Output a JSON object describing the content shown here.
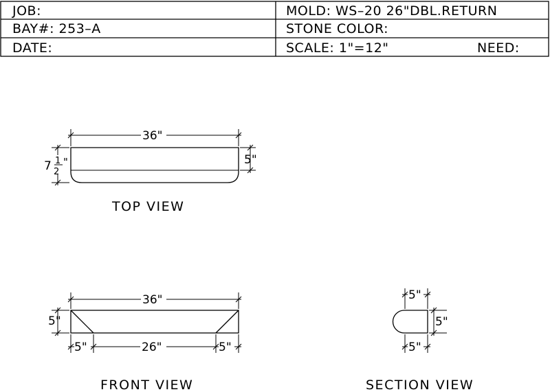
{
  "title_block": {
    "job_label": "JOB:",
    "mold": "MOLD:  WS–20  26\"DBL.RETURN",
    "bay": "BAY#:  253–A",
    "stone_color": "STONE  COLOR:",
    "date_label": "DATE:",
    "scale": "SCALE:  1\"=12\"",
    "need_label": "NEED:"
  },
  "top_view": {
    "label": "TOP  VIEW",
    "width_dim": "36\"",
    "depth_dim_whole": "7",
    "depth_dim_frac_num": "1",
    "depth_dim_frac_den": "2",
    "depth_dim_unit": "\"",
    "return_dim": "5\""
  },
  "front_view": {
    "label": "FRONT  VIEW",
    "width_dim": "36\"",
    "height_dim": "5\"",
    "left_return_dim": "5\"",
    "middle_dim": "26\"",
    "right_return_dim": "5\""
  },
  "section_view": {
    "label": "SECTION  VIEW",
    "top_dim": "5\"",
    "height_dim": "5\"",
    "bottom_dim": "5\""
  }
}
